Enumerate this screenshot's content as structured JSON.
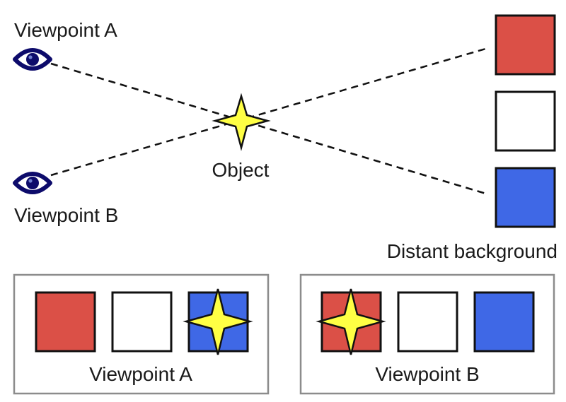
{
  "labels": {
    "viewpoint_a": "Viewpoint A",
    "viewpoint_b": "Viewpoint B",
    "object": "Object",
    "distant_background": "Distant background"
  },
  "panels": [
    {
      "caption": "Viewpoint A",
      "squares": [
        "#db5047",
        "#ffffff",
        "#3f68e6"
      ],
      "star_over_square": 3
    },
    {
      "caption": "Viewpoint B",
      "squares": [
        "#db5047",
        "#ffffff",
        "#3f68e6"
      ],
      "star_over_square": 1
    }
  ],
  "colors": {
    "red": "#db5047",
    "white": "#ffffff",
    "blue": "#3f68e6",
    "star": "#ffff44",
    "eye": "#0d0b6b",
    "panel_border": "#8c8c8c",
    "sightline": "#111111"
  },
  "icons": {
    "viewpoint_a": "eye-icon",
    "viewpoint_b": "eye-icon",
    "object": "four-point-star-icon"
  }
}
